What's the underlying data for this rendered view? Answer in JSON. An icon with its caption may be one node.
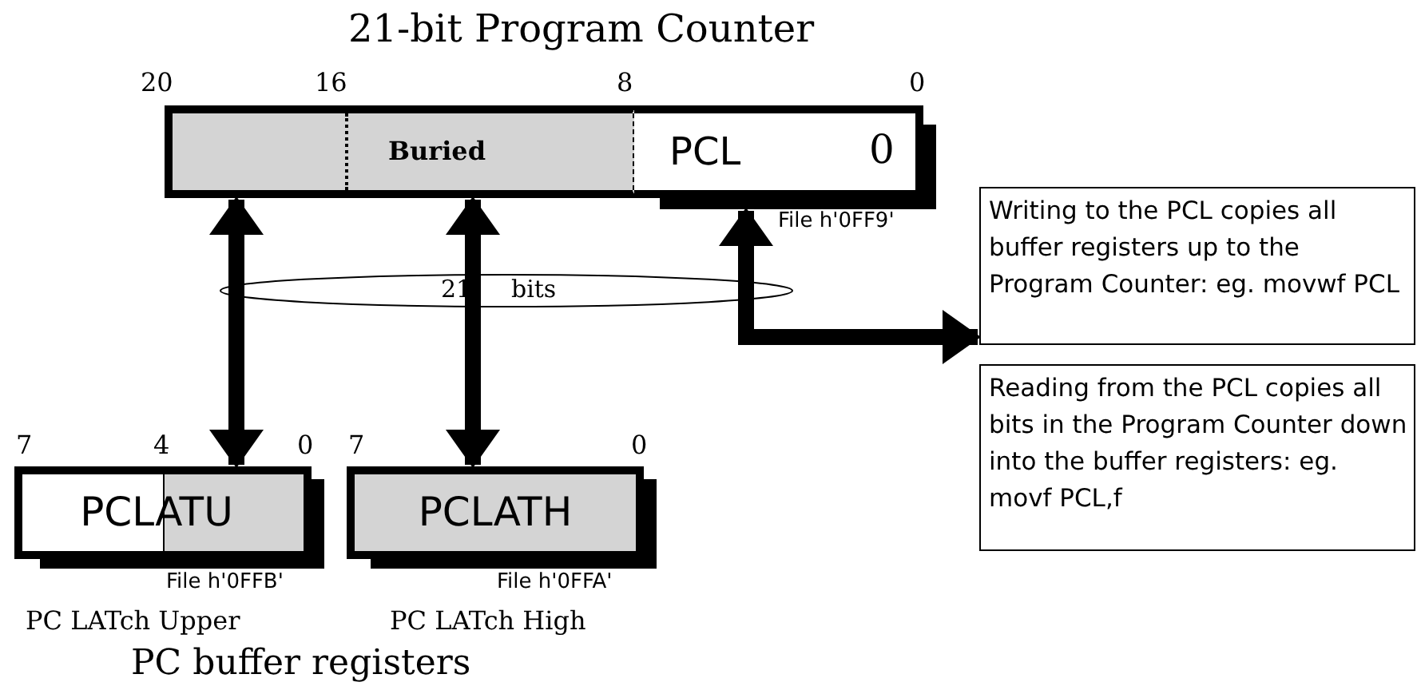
{
  "diagram": {
    "title": "21-bit Program Counter",
    "nodes": [
      {
        "text": [
          "Buried"
        ]
      },
      {
        "text": [
          "PCL",
          "0"
        ],
        "beside": [
          "File h'0FF9'"
        ]
      },
      {
        "text": [
          "PCLATU"
        ],
        "beside": [
          "File h'0FFB'",
          "PC LATch Upper"
        ]
      },
      {
        "text": [
          "PCLATH"
        ],
        "beside": [
          "File h'0FFA'",
          "PC LATch High"
        ]
      },
      {
        "text": [
          "Writing to the PCL copies all buffer registers up to the Program Counter: eg. movwf PCL"
        ]
      },
      {
        "text": [
          "Reading from the PCL copies all bits in the Program Counter down into the buffer registers: eg. movf PCL,f"
        ]
      }
    ],
    "edges": [
      {
        "from": 0,
        "to": 2,
        "arrow": "both"
      },
      {
        "from": 0,
        "to": 3,
        "arrow": "both"
      },
      {
        "from": 1,
        "to": 4,
        "arrow": "both"
      }
    ],
    "labels": [
      "20",
      "16",
      "8",
      "0",
      "21",
      "bits",
      "7",
      "4",
      "0",
      "7",
      "0",
      "PC buffer registers"
    ]
  }
}
